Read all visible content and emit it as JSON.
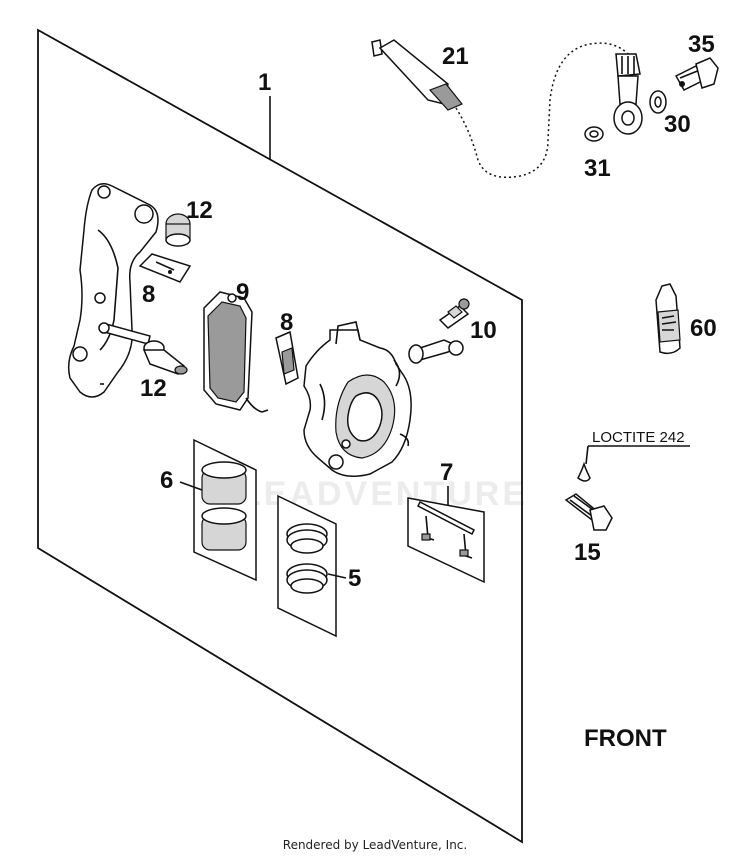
{
  "callouts": {
    "c1": "1",
    "c21": "21",
    "c35": "35",
    "c30": "30",
    "c31": "31",
    "c12a": "12",
    "c8a": "8",
    "c9": "9",
    "c8b": "8",
    "c10": "10",
    "c60": "60",
    "c12b": "12",
    "c6": "6",
    "c7": "7",
    "c5": "5",
    "c15": "15"
  },
  "annotation": {
    "loctite": "LOCTITE 242"
  },
  "front_label": "FRONT",
  "watermark": "LEADVENTURE",
  "footer": "Rendered by LeadVenture, Inc."
}
